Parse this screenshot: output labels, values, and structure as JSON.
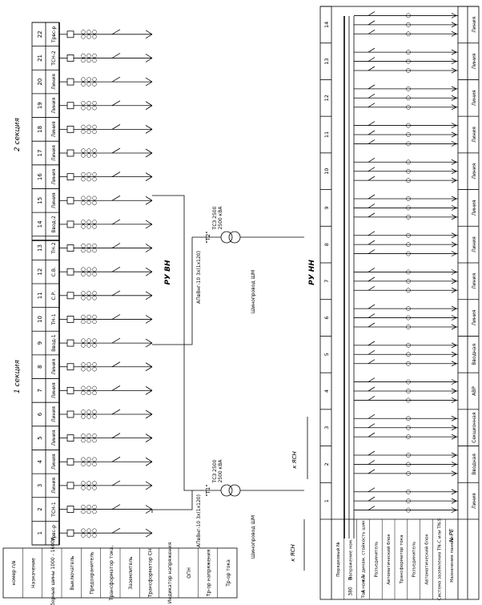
{
  "labels": {
    "ru_vn": "РУ ВН",
    "ru_nn": "РУ НН",
    "section1": "1 секция",
    "section2": "2 секция",
    "t1_mark": "\"Т1\"",
    "t1_type": "ТСЗ 2500",
    "t1_kva": "2500 кВА",
    "t2_mark": "\"Т2\"",
    "t2_type": "ТСЗ 2500",
    "t2_kva": "2500 кВА",
    "cable1": "АПвВнг-10 3х(1х120)",
    "cable2": "АПвВнг-10 3х(1х120)",
    "busduct1": "Шинопровод ШМ",
    "busduct2": "Шинопровод ШМ",
    "to_ksn_1": "к ЯСН",
    "to_ksn_2": "к ЯСН",
    "pe": "PE",
    "n": "N"
  },
  "hv_legend": [
    "номер п/в",
    "Назначение",
    "Сборные шины 1000 - 1600А",
    "Выключатель",
    "Предохранитель",
    "Трансформатор тока,",
    "Заземлитель",
    "Трансформатор СН",
    "Индикатор напряжения",
    "ОПН",
    "Тр-ор напряжения",
    "Тр-ор тока"
  ],
  "hv_panels": [
    {
      "num": "1",
      "name": "Трвс-р"
    },
    {
      "num": "2",
      "name": "ТСН-1"
    },
    {
      "num": "3",
      "name": "Линия"
    },
    {
      "num": "4",
      "name": "Линия"
    },
    {
      "num": "5",
      "name": "Линия"
    },
    {
      "num": "6",
      "name": "Линия"
    },
    {
      "num": "7",
      "name": "Линия"
    },
    {
      "num": "8",
      "name": "Линия"
    },
    {
      "num": "9",
      "name": "Ввод-1"
    },
    {
      "num": "10",
      "name": "ТН-1"
    },
    {
      "num": "11",
      "name": "С.Р."
    },
    {
      "num": "12",
      "name": "С.В."
    },
    {
      "num": "13",
      "name": "ТН-2"
    },
    {
      "num": "14",
      "name": "Ввод-2"
    },
    {
      "num": "15",
      "name": "Линия"
    },
    {
      "num": "16",
      "name": "Линия"
    },
    {
      "num": "17",
      "name": "Линия"
    },
    {
      "num": "18",
      "name": "Линия"
    },
    {
      "num": "19",
      "name": "Линия"
    },
    {
      "num": "20",
      "name": "Линия"
    },
    {
      "num": "21",
      "name": "ТСН-2"
    },
    {
      "num": "22",
      "name": "Трвс-р"
    }
  ],
  "lv_legend": [
    "Порядковый №",
    "Напряжение ном.",
    "Ток ном. и динам. стойкость шин",
    "Разъединитель",
    "Автоматический блок",
    "Трансформатор тока",
    "Разъединитель",
    "Автоматический блок",
    "Система заземления TN-C или TN-S",
    "Назначение панели"
  ],
  "lv_legend_values": {
    "voltage": "380",
    "voltage_unit": "В",
    "current_unit": "А",
    "dyn_unit": "кА"
  },
  "lv_panels": [
    {
      "num": "1",
      "name": "Линия"
    },
    {
      "num": "2",
      "name": "Вводная"
    },
    {
      "num": "3",
      "name": "Секционная"
    },
    {
      "num": "4",
      "name": "АВР"
    },
    {
      "num": "5",
      "name": "Вводная"
    },
    {
      "num": "6",
      "name": "Линия"
    },
    {
      "num": "7",
      "name": "Линия"
    },
    {
      "num": "8",
      "name": "Линия"
    },
    {
      "num": "9",
      "name": "Линия"
    },
    {
      "num": "10",
      "name": "Линия"
    },
    {
      "num": "11",
      "name": "Линия"
    },
    {
      "num": "12",
      "name": "Линия"
    },
    {
      "num": "13",
      "name": "Линия"
    },
    {
      "num": "14",
      "name": "Линия"
    }
  ]
}
